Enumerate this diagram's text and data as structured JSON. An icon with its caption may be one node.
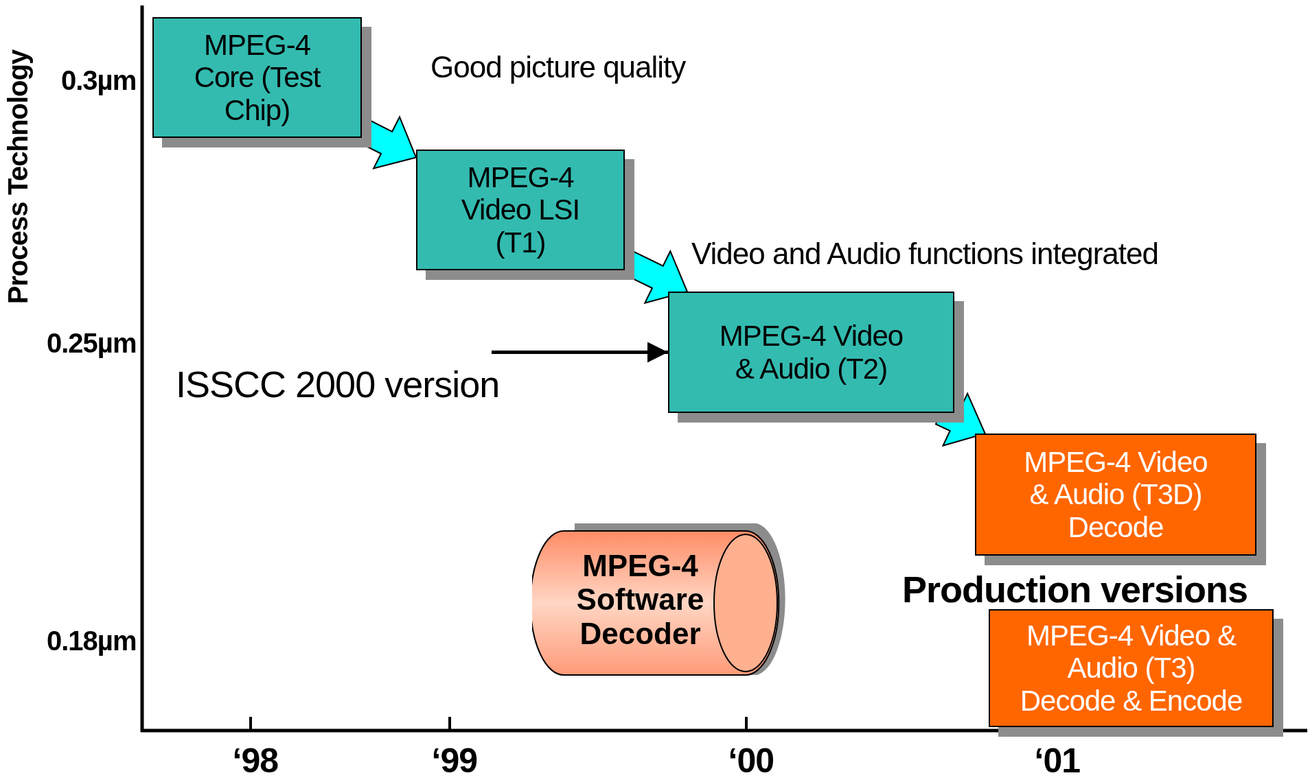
{
  "diagram": {
    "nodes": [
      {
        "text": [
          "MPEG-4 Core (Test Chip)"
        ]
      },
      {
        "text": [
          "MPEG-4 Video LSI (T1)"
        ]
      },
      {
        "text": [
          "MPEG-4 Video & Audio (T2)"
        ]
      },
      {
        "text": [
          "ISSCC 2000 version"
        ]
      },
      {
        "text": [
          "MPEG-4 Video & Audio (T3D) Decode"
        ]
      },
      {
        "text": [
          "MPEG-4 Software Decoder"
        ]
      },
      {
        "text": [
          "MPEG-4 Video & Audio (T3) Decode & Encode"
        ]
      }
    ],
    "edges": [
      {
        "from": 0,
        "to": 1,
        "arrow": "to"
      },
      {
        "from": 1,
        "to": 2,
        "arrow": "to"
      },
      {
        "from": 3,
        "to": 2,
        "arrow": "to",
        "color": "#000000"
      },
      {
        "from": 2,
        "to": 4,
        "arrow": "to"
      }
    ],
    "labels": [
      "Good picture quality",
      "Video and Audio functions integrated",
      "Production versions",
      "Process Technology",
      "0.3µm",
      "0.25µm",
      "0.18µm",
      "‘98",
      "‘99",
      "‘00",
      "‘01"
    ]
  }
}
